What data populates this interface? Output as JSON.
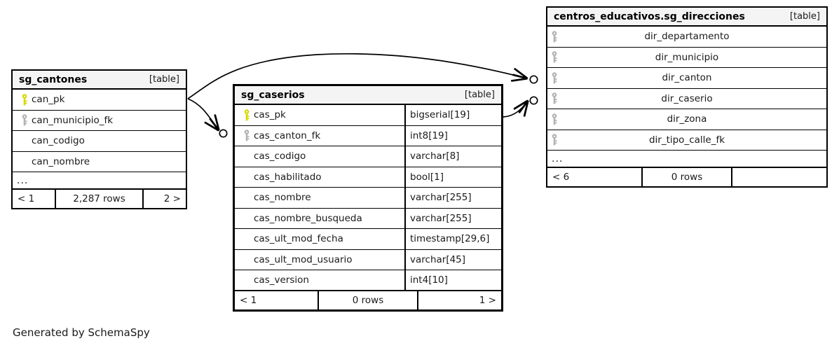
{
  "diagram": {
    "caption": "Generated by SchemaSpy",
    "table_tag": "[table]",
    "ellipsis": "...",
    "colors": {
      "pk_key": "#d8d800",
      "fk_key": "#b3b3b3",
      "header_bg": "#f4f4f4",
      "border": "#000000",
      "background": "#ffffff"
    }
  },
  "tables": [
    {
      "id": "sg_cantones",
      "title": "sg_cantones",
      "tag": "[table]",
      "has_type_column": false,
      "columns": [
        {
          "name": "can_pk",
          "key": "pk",
          "type": ""
        },
        {
          "name": "can_municipio_fk",
          "key": "fk",
          "type": ""
        },
        {
          "name": "can_codigo",
          "key": "none",
          "type": ""
        },
        {
          "name": "can_nombre",
          "key": "none",
          "type": ""
        }
      ],
      "more_indicator": "...",
      "footer": {
        "prev": "< 1",
        "rows": "2,287 rows",
        "next": "2 >"
      }
    },
    {
      "id": "sg_caserios",
      "title": "sg_caserios",
      "tag": "[table]",
      "has_type_column": true,
      "columns": [
        {
          "name": "cas_pk",
          "key": "pk",
          "type": "bigserial[19]"
        },
        {
          "name": "cas_canton_fk",
          "key": "fk",
          "type": "int8[19]"
        },
        {
          "name": "cas_codigo",
          "key": "none",
          "type": "varchar[8]"
        },
        {
          "name": "cas_habilitado",
          "key": "none",
          "type": "bool[1]"
        },
        {
          "name": "cas_nombre",
          "key": "none",
          "type": "varchar[255]"
        },
        {
          "name": "cas_nombre_busqueda",
          "key": "none",
          "type": "varchar[255]"
        },
        {
          "name": "cas_ult_mod_fecha",
          "key": "none",
          "type": "timestamp[29,6]"
        },
        {
          "name": "cas_ult_mod_usuario",
          "key": "none",
          "type": "varchar[45]"
        },
        {
          "name": "cas_version",
          "key": "none",
          "type": "int4[10]"
        }
      ],
      "more_indicator": "",
      "footer": {
        "prev": "< 1",
        "rows": "0 rows",
        "next": "1 >"
      }
    },
    {
      "id": "sg_direcciones",
      "title": "centros_educativos.sg_direcciones",
      "tag": "[table]",
      "has_type_column": false,
      "columns": [
        {
          "name": "dir_departamento",
          "key": "fk",
          "type": ""
        },
        {
          "name": "dir_municipio",
          "key": "fk",
          "type": ""
        },
        {
          "name": "dir_canton",
          "key": "fk",
          "type": ""
        },
        {
          "name": "dir_caserio",
          "key": "fk",
          "type": ""
        },
        {
          "name": "dir_zona",
          "key": "fk",
          "type": ""
        },
        {
          "name": "dir_tipo_calle_fk",
          "key": "fk",
          "type": ""
        }
      ],
      "more_indicator": "...",
      "footer": {
        "prev": "< 6",
        "rows": "0 rows",
        "next": ""
      }
    }
  ],
  "relationships": [
    {
      "from_table": "sg_cantones",
      "from_column": "can_pk",
      "to_table": "sg_direcciones",
      "to_column": "dir_canton"
    },
    {
      "from_table": "sg_cantones",
      "from_column": "can_pk",
      "to_table": "sg_caserios",
      "to_column": "cas_canton_fk"
    },
    {
      "from_table": "sg_caserios",
      "from_column": "cas_pk",
      "to_table": "sg_direcciones",
      "to_column": "dir_caserio"
    }
  ]
}
